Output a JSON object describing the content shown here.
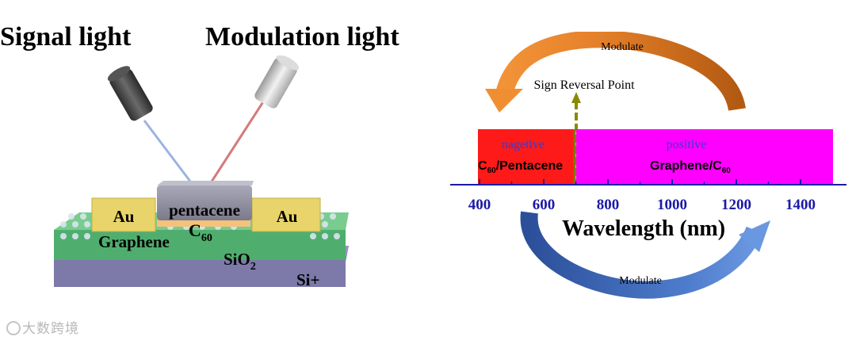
{
  "left": {
    "title_signal": "Signal light",
    "title_modulation": "Modulation light",
    "labels": {
      "au_left": "Au",
      "au_right": "Au",
      "pentacene": "pentacene",
      "c60": "C",
      "c60_sub": "60",
      "graphene": "Graphene",
      "sio2": "SiO",
      "sio2_sub": "2",
      "si": "Si+"
    }
  },
  "right": {
    "modulate_top": "Modulate",
    "modulate_bottom": "Modulate",
    "sign_reversal": "Sign Reversal Point",
    "negative_region": {
      "word": "nagetive",
      "material": "C",
      "material_sub": "60",
      "material_rest": "/Pentacene",
      "color": "#ff1a1a"
    },
    "positive_region": {
      "word": "positive",
      "material": "Graphene/C",
      "material_sub": "60",
      "color": "#ff00ff"
    },
    "axis": {
      "ticks": [
        "400",
        "600",
        "800",
        "1000",
        "1200",
        "1400"
      ],
      "label": "Wavelength (nm)",
      "color": "#1a1aa6"
    }
  },
  "watermark": "大数跨境",
  "colors": {
    "gold": "#e8d56a",
    "graphene_green": "#5fbf7a",
    "si_purple": "#7c78a8",
    "orange_arrow": "#e67e22",
    "blue_arrow": "#3a66b8"
  }
}
